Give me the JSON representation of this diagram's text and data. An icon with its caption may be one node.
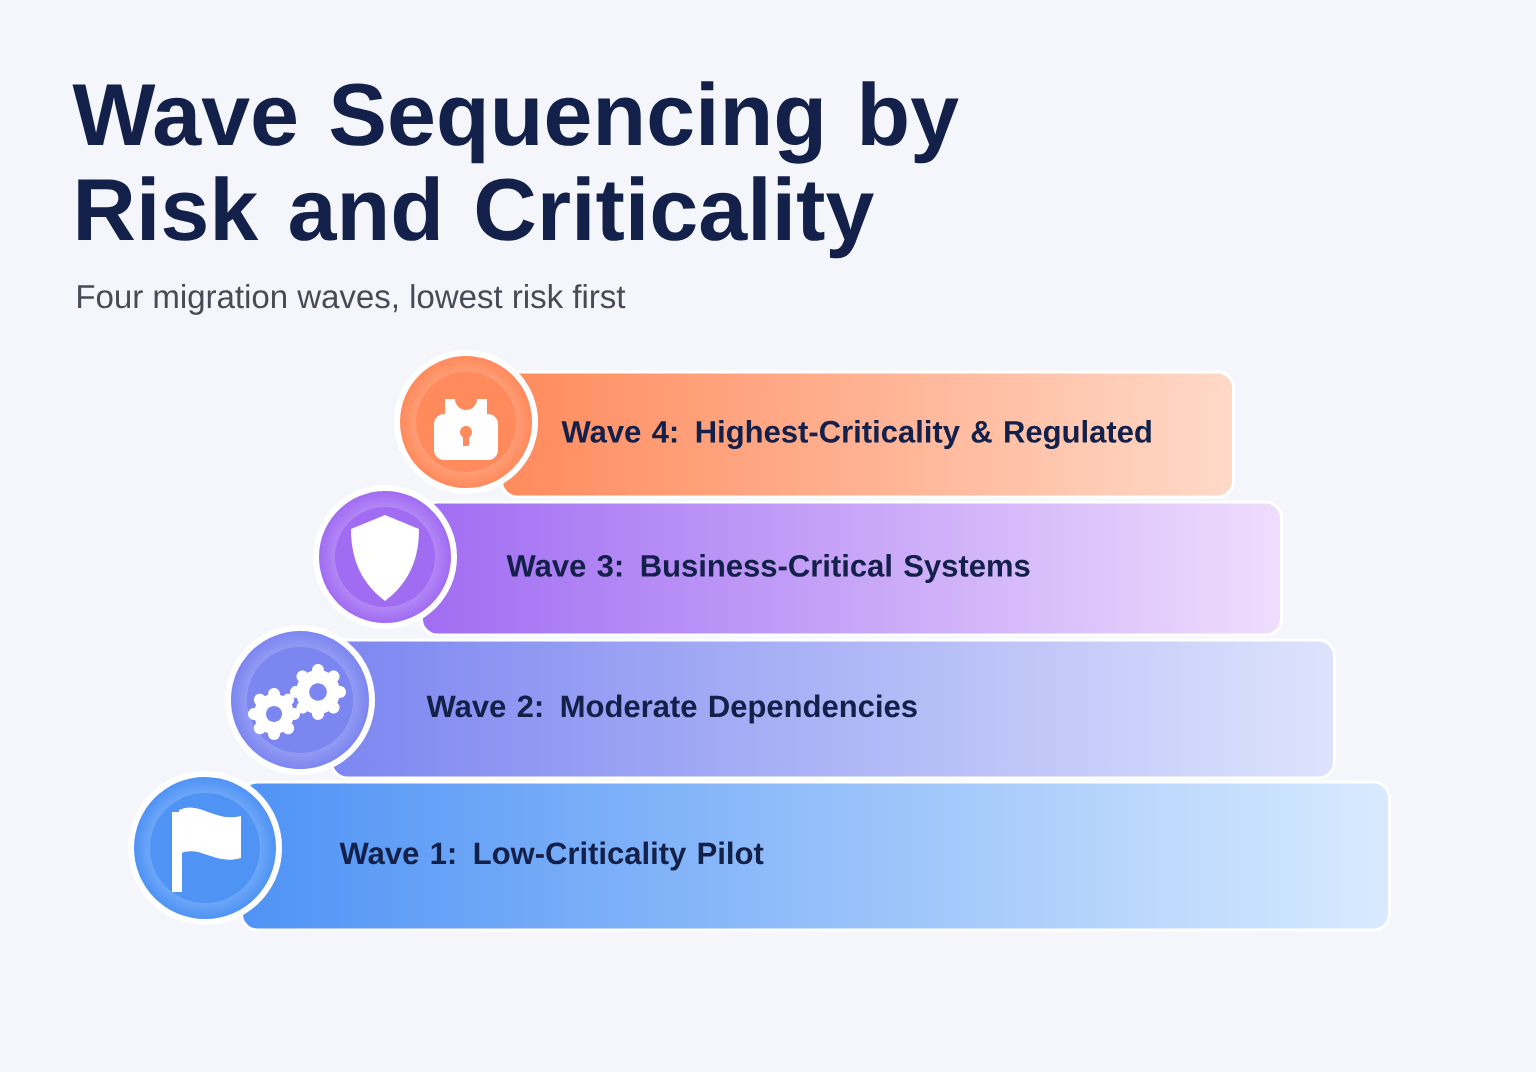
{
  "diagram": {
    "title": "Wave Sequencing by Risk and Criticality",
    "nodes": [
      {
        "text": [
          "Wave 4: Highest-Criticality & Regulated"
        ]
      },
      {
        "text": [
          "Wave 3: Business-Critical Systems"
        ]
      },
      {
        "text": [
          "Wave 2: Moderate Dependencies"
        ]
      },
      {
        "text": [
          "Wave 1: Low-Criticality Pilot"
        ]
      }
    ],
    "labels": [
      "Four migration waves, lowest risk first"
    ]
  }
}
